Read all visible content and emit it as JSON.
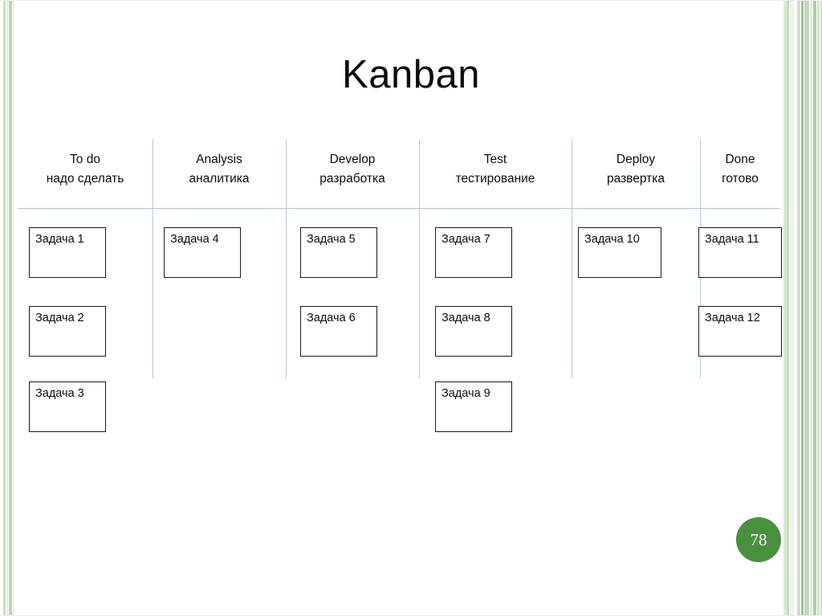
{
  "slide": {
    "title": "Kanban",
    "page_number": "78",
    "accent_color": "#4a9040",
    "divider_color": "#b6cade",
    "card_border_color": "#1a1a1a"
  },
  "decor": {
    "left_stripes": [
      {
        "x": 4,
        "width": 3,
        "color": "#c9dcc2"
      },
      {
        "x": 8,
        "width": 2,
        "color": "#e2eedd"
      },
      {
        "x": 11,
        "width": 4,
        "color": "#bcd4b4"
      },
      {
        "x": 16,
        "width": 2,
        "color": "#e9f2e5"
      }
    ],
    "right_stripes": [
      {
        "x": 0,
        "width": 4,
        "color": "#dbe9d5"
      },
      {
        "x": 4,
        "width": 3,
        "color": "#c7dbc0"
      },
      {
        "x": 8,
        "width": 5,
        "color": "#eef5ea"
      },
      {
        "x": 14,
        "width": 2,
        "color": "#ffffff"
      },
      {
        "x": 17,
        "width": 4,
        "color": "#cfe0c8"
      },
      {
        "x": 22,
        "width": 3,
        "color": "#9fc194"
      },
      {
        "x": 26,
        "width": 6,
        "color": "#c3d8bb"
      },
      {
        "x": 33,
        "width": 3,
        "color": "#e3eedd"
      },
      {
        "x": 37,
        "width": 4,
        "color": "#b2cda9"
      },
      {
        "x": 42,
        "width": 3,
        "color": "#d6e6d0"
      },
      {
        "x": 46,
        "width": 2,
        "color": "#cfe0c8"
      }
    ]
  },
  "board": {
    "columns": [
      {
        "id": "to-do",
        "title_en": "To do",
        "title_ru": "надо сделать",
        "cards": [
          {
            "label": "Задача 1"
          },
          {
            "label": "Задача 2"
          },
          {
            "label": "Задача 3"
          }
        ]
      },
      {
        "id": "analysis",
        "title_en": "Analysis",
        "title_ru": "аналитика",
        "cards": [
          {
            "label": "Задача 4"
          }
        ]
      },
      {
        "id": "develop",
        "title_en": "Develop",
        "title_ru": "разработка",
        "cards": [
          {
            "label": "Задача 5"
          },
          {
            "label": "Задача 6"
          }
        ]
      },
      {
        "id": "test",
        "title_en": "Test",
        "title_ru": "тестирование",
        "cards": [
          {
            "label": "Задача 7"
          },
          {
            "label": "Задача 8"
          },
          {
            "label": "Задача 9"
          }
        ]
      },
      {
        "id": "deploy",
        "title_en": "Deploy",
        "title_ru": "развертка",
        "cards": [
          {
            "label": "Задача 10"
          }
        ]
      },
      {
        "id": "done",
        "title_en": "Done",
        "title_ru": "готово",
        "cards": [
          {
            "label": "Задача 11"
          },
          {
            "label": "Задача 12"
          }
        ]
      }
    ]
  }
}
